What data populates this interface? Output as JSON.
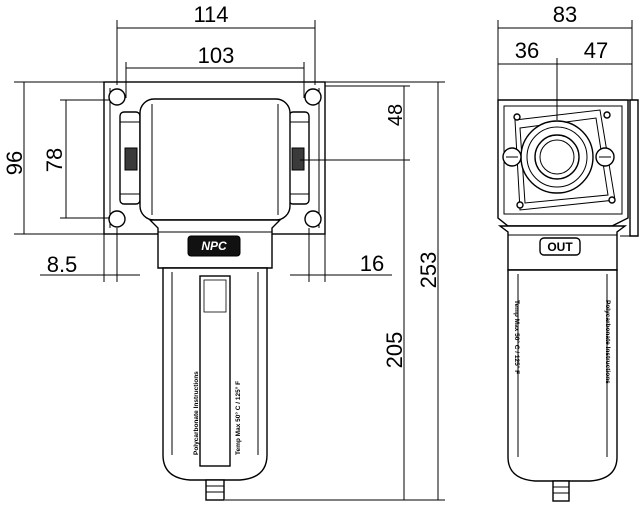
{
  "dimensions": {
    "front_overall_width": "114",
    "front_body_width": "103",
    "side_overall_width": "83",
    "side_left_width": "36",
    "side_right_width": "47",
    "bracket_height": "96",
    "bracket_hole_pitch": "78",
    "top_to_port_center": "48",
    "overall_height": "253",
    "bowl_height": "205",
    "bracket_offset_left": "8.5",
    "bracket_offset_right": "16"
  },
  "labels": {
    "brand": "NPC",
    "port": "OUT",
    "bowl_line1": "Polycarbonate Instructions",
    "bowl_line2": "Temp Max 50° C / 125° F"
  }
}
